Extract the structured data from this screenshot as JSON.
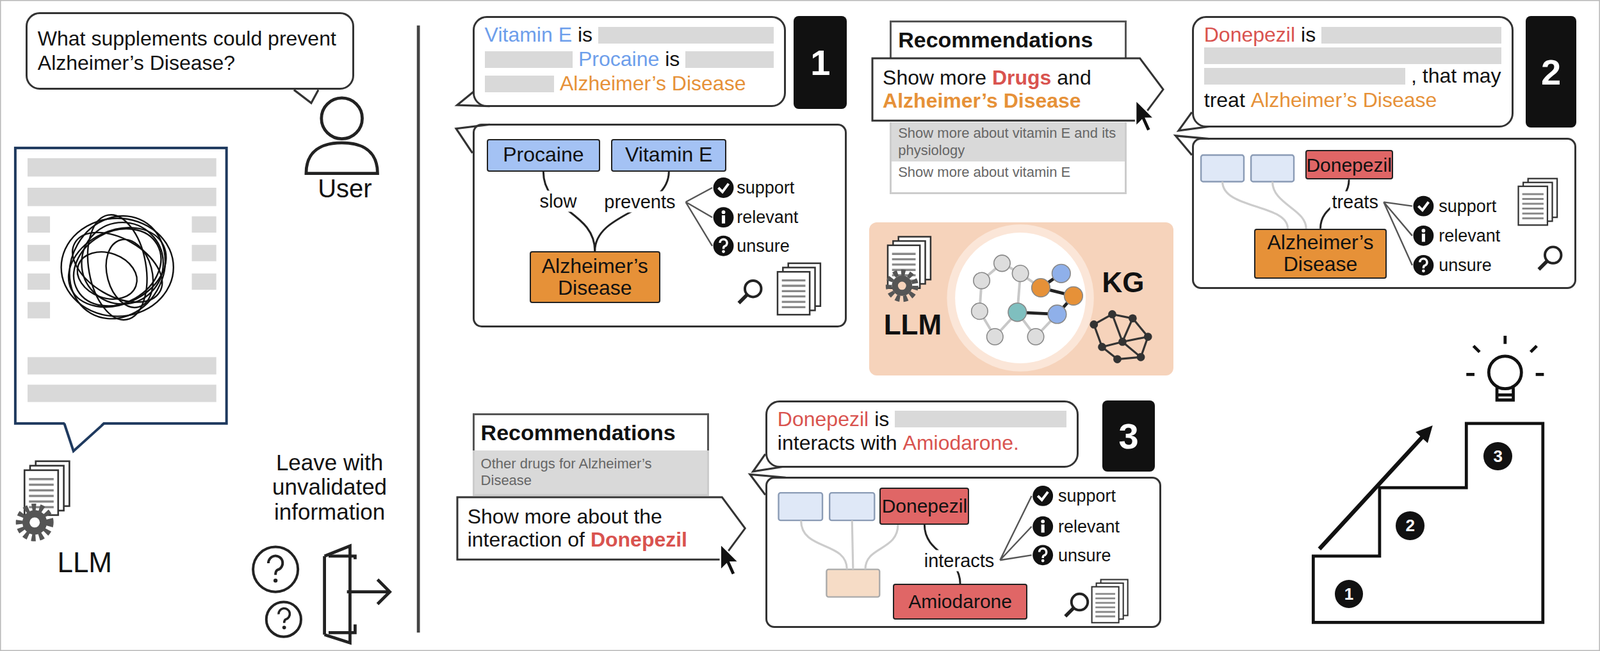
{
  "diagram": {
    "nodes": [
      {
        "text": [
          "What supplements could prevent Alzheimer’s Disease?"
        ]
      },
      {
        "text": [
          "Vitamin E",
          "is",
          "Procaine",
          "is",
          "Alzheimer’s Disease"
        ]
      },
      {
        "text": [
          "1"
        ]
      },
      {
        "text": [
          "support",
          "relevant",
          "unsure"
        ]
      },
      {
        "text": [
          "Procaine"
        ],
        "in": 3
      },
      {
        "text": [
          "Vitamin E"
        ],
        "in": 3
      },
      {
        "text": [
          "Alzheimer’s Disease"
        ],
        "in": 3
      },
      {
        "text": [
          "Recommendations"
        ]
      },
      {
        "text": [
          "Show more",
          "Drugs",
          "and",
          "Alzheimer’s Disease"
        ]
      },
      {
        "text": [
          "Show more about vitamin E and its physiology",
          "Show more about vitamin E"
        ]
      },
      {
        "text": [
          "Donepezil",
          "is",
          ", that may",
          "treat",
          "Alzheimer’s Disease"
        ]
      },
      {
        "text": [
          "2"
        ]
      },
      {
        "text": [
          "support",
          "relevant",
          "unsure"
        ]
      },
      {
        "text": [
          "Donepezil"
        ],
        "in": 12
      },
      {
        "text": [
          "Alzheimer’s Disease"
        ],
        "in": 12
      },
      {
        "text": [
          "LLM",
          "KG"
        ]
      },
      {
        "text": [
          "Recommendations"
        ]
      },
      {
        "text": [
          "Other drugs for Alzheimer’s Disease"
        ]
      },
      {
        "text": [
          "Show more about the interaction of",
          "Donepezil"
        ]
      },
      {
        "text": [
          "Donepezil",
          "is",
          "interacts with",
          "Amiodarone."
        ]
      },
      {
        "text": [
          "3"
        ]
      },
      {
        "text": [
          "support",
          "relevant",
          "unsure"
        ]
      },
      {
        "text": [
          "Donepezil"
        ],
        "in": 21
      },
      {
        "text": [
          "Amiodarone"
        ],
        "in": 21
      },
      {
        "text": [
          "1"
        ]
      },
      {
        "text": [
          "2"
        ]
      },
      {
        "text": [
          "3"
        ]
      }
    ],
    "edges": [
      {
        "from": 4,
        "to": 6,
        "label": "slow",
        "arrow": "none"
      },
      {
        "from": 5,
        "to": 6,
        "label": "prevents",
        "arrow": "none"
      },
      {
        "from": 13,
        "to": 14,
        "label": "treats",
        "arrow": "none"
      },
      {
        "from": 22,
        "to": 23,
        "label": "interacts",
        "arrow": "none"
      }
    ],
    "labels": [
      "User",
      "LLM",
      "Leave with unvalidated information"
    ]
  }
}
